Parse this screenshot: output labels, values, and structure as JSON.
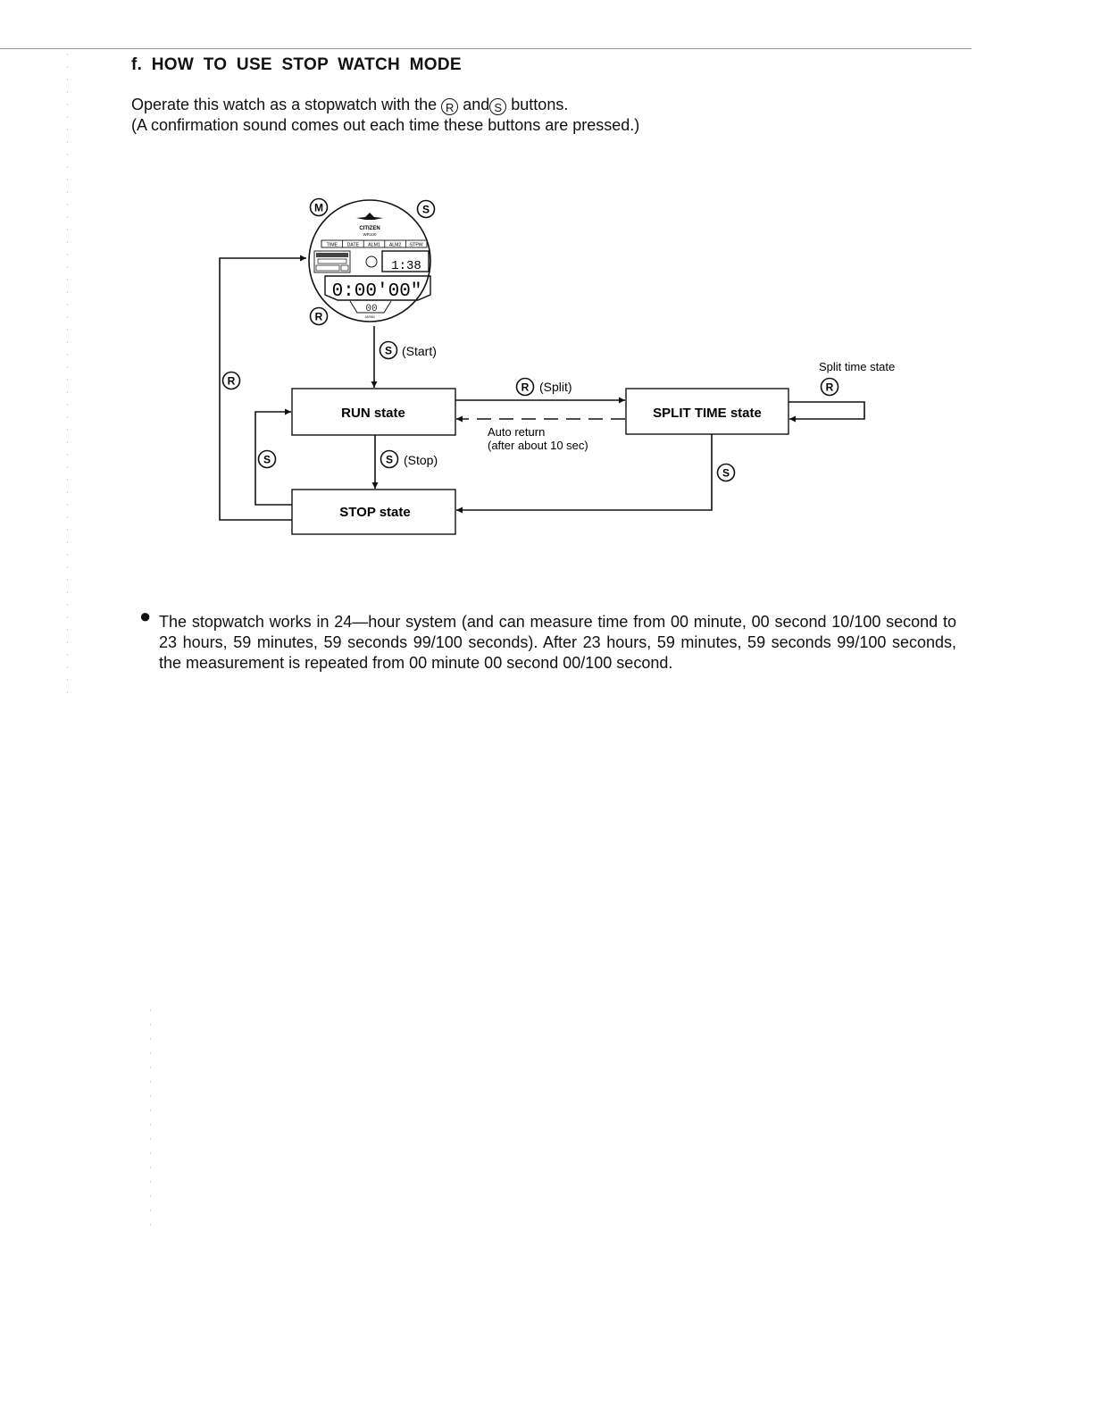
{
  "section": {
    "heading": "f. HOW TO USE STOP WATCH MODE"
  },
  "intro": {
    "line1_a": "Operate this watch as a stopwatch with the",
    "r_glyph": "R",
    "line1_and": "and",
    "s_glyph": "S",
    "line1_b": "buttons.",
    "line2": "(A confirmation sound comes out each time these buttons are pressed.)"
  },
  "watch": {
    "brand": "CITIZEN",
    "model": "WR100",
    "mode_tabs": [
      "TIME",
      "DATE",
      "ALM1",
      "ALM2",
      "STPW"
    ],
    "small_display": "1:38",
    "main_display": "0:00'00\"",
    "sub_display": "00",
    "label_m": "M",
    "label_s": "S",
    "label_r": "R",
    "bottom_text": "JAPAN"
  },
  "flow": {
    "run_state": "RUN state",
    "split_state": "SPLIT TIME state",
    "stop_state": "STOP state",
    "start_label": "(Start)",
    "stop_label": "(Stop)",
    "split_label": "(Split)",
    "auto_return_1": "Auto return",
    "auto_return_2": "(after about 10 sec)",
    "split_time_state_note": "Split time state",
    "btn_s": "S",
    "btn_r": "R"
  },
  "note": {
    "bullet": "●",
    "text": "The stopwatch works in 24—hour system (and can measure time from 00 minute, 00 second 10/100 second to 23 hours, 59 minutes, 59 seconds 99/100 seconds). After 23 hours, 59 minutes, 59 seconds 99/100 seconds, the measurement is repeated from 00 minute 00 second 00/100 second."
  }
}
